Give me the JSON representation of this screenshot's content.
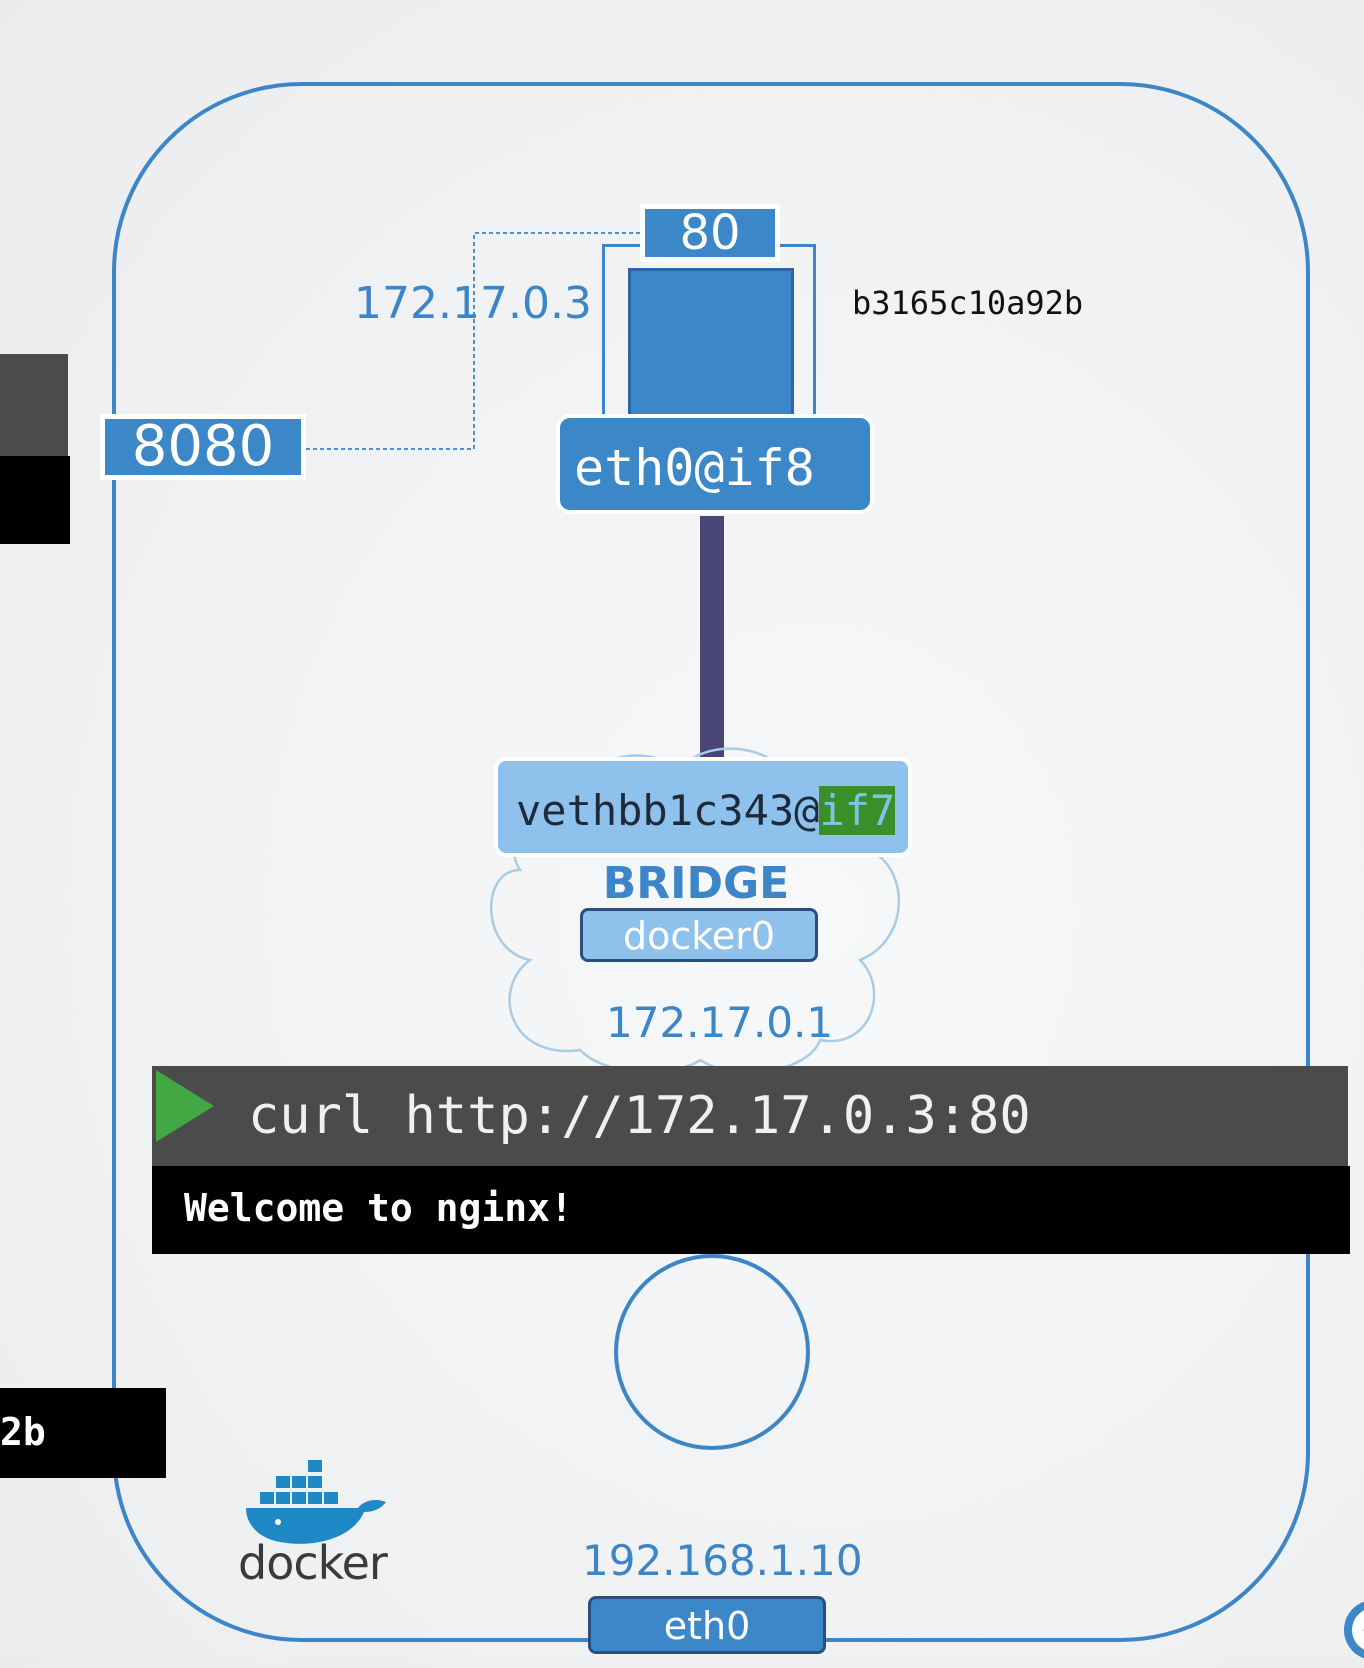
{
  "container": {
    "port": "80",
    "ip": "172.17.0.3",
    "id": "b3165c10a92b",
    "interface": "eth0@if8"
  },
  "host_port": "8080",
  "bridge": {
    "veth_prefix": "vethbb1c343@",
    "veth_highlight": "if7",
    "title": "BRIDGE",
    "name": "docker0",
    "ip": "172.17.0.1"
  },
  "terminal": {
    "command": "curl http://172.17.0.3:80",
    "output": "Welcome to nginx!"
  },
  "host": {
    "ip": "192.168.1.10",
    "interface": "eth0"
  },
  "left_overlay_text": "2b",
  "logo": {
    "text": "docker"
  },
  "colors": {
    "accent": "#3b87c8",
    "light_accent": "#8ec1ec",
    "wire": "#4a4577",
    "play": "#43a843",
    "highlight": "#3a8f2b"
  }
}
